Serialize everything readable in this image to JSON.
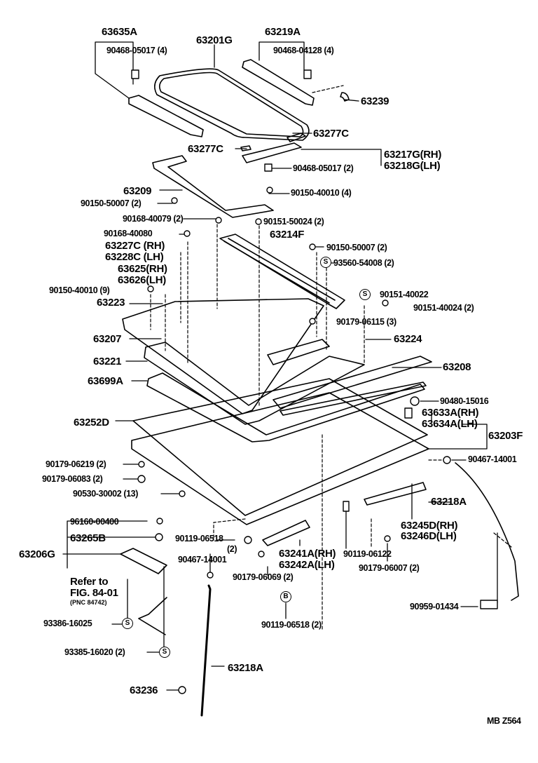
{
  "labels": [
    "63635A",
    "90468-05017 (4)",
    "63201G",
    "63219A",
    "90468-04128 (4)",
    "63239",
    "63277C",
    "63277C",
    "63217G(RH)",
    "63218G(LH)",
    "90468-05017 (2)",
    "63209",
    "90150-50007 (2)",
    "90150-40010 (4)",
    "90168-40079 (2)",
    "90151-50024 (2)",
    "90168-40080",
    "63214F",
    "63227C (RH)",
    "63228C (LH)",
    "90150-50007 (2)",
    "93560-54008 (2)",
    "63625(RH)",
    "63626(LH)",
    "90150-40010 (9)",
    "90151-40022",
    "90151-40024 (2)",
    "63223",
    "90179-06115 (3)",
    "63207",
    "63224",
    "63221",
    "63208",
    "63699A",
    "90480-15016",
    "63633A(RH)",
    "63634A(LH)",
    "63252D",
    "63203F",
    "90467-14001",
    "90179-06219 (2)",
    "90179-06083 (2)",
    "90530-30002 (13)",
    "63218A",
    "96160-00400",
    "63265B",
    "63206G",
    "90119-06518",
    "(2)",
    "90467-14001",
    "63241A(RH)",
    "63242A(LH)",
    "90119-06122",
    "63245D(RH)",
    "63246D(LH)",
    "90179-06007 (2)",
    "90179-06069 (2)",
    "Refer to",
    "FIG. 84-01",
    "(PNC 84742)",
    "90959-01434",
    "93386-16025",
    "90119-06518 (2)",
    "93385-16020 (2)",
    "63218A",
    "63236",
    "MB  Z564"
  ],
  "markers": {
    "s": "S",
    "b": "B"
  }
}
